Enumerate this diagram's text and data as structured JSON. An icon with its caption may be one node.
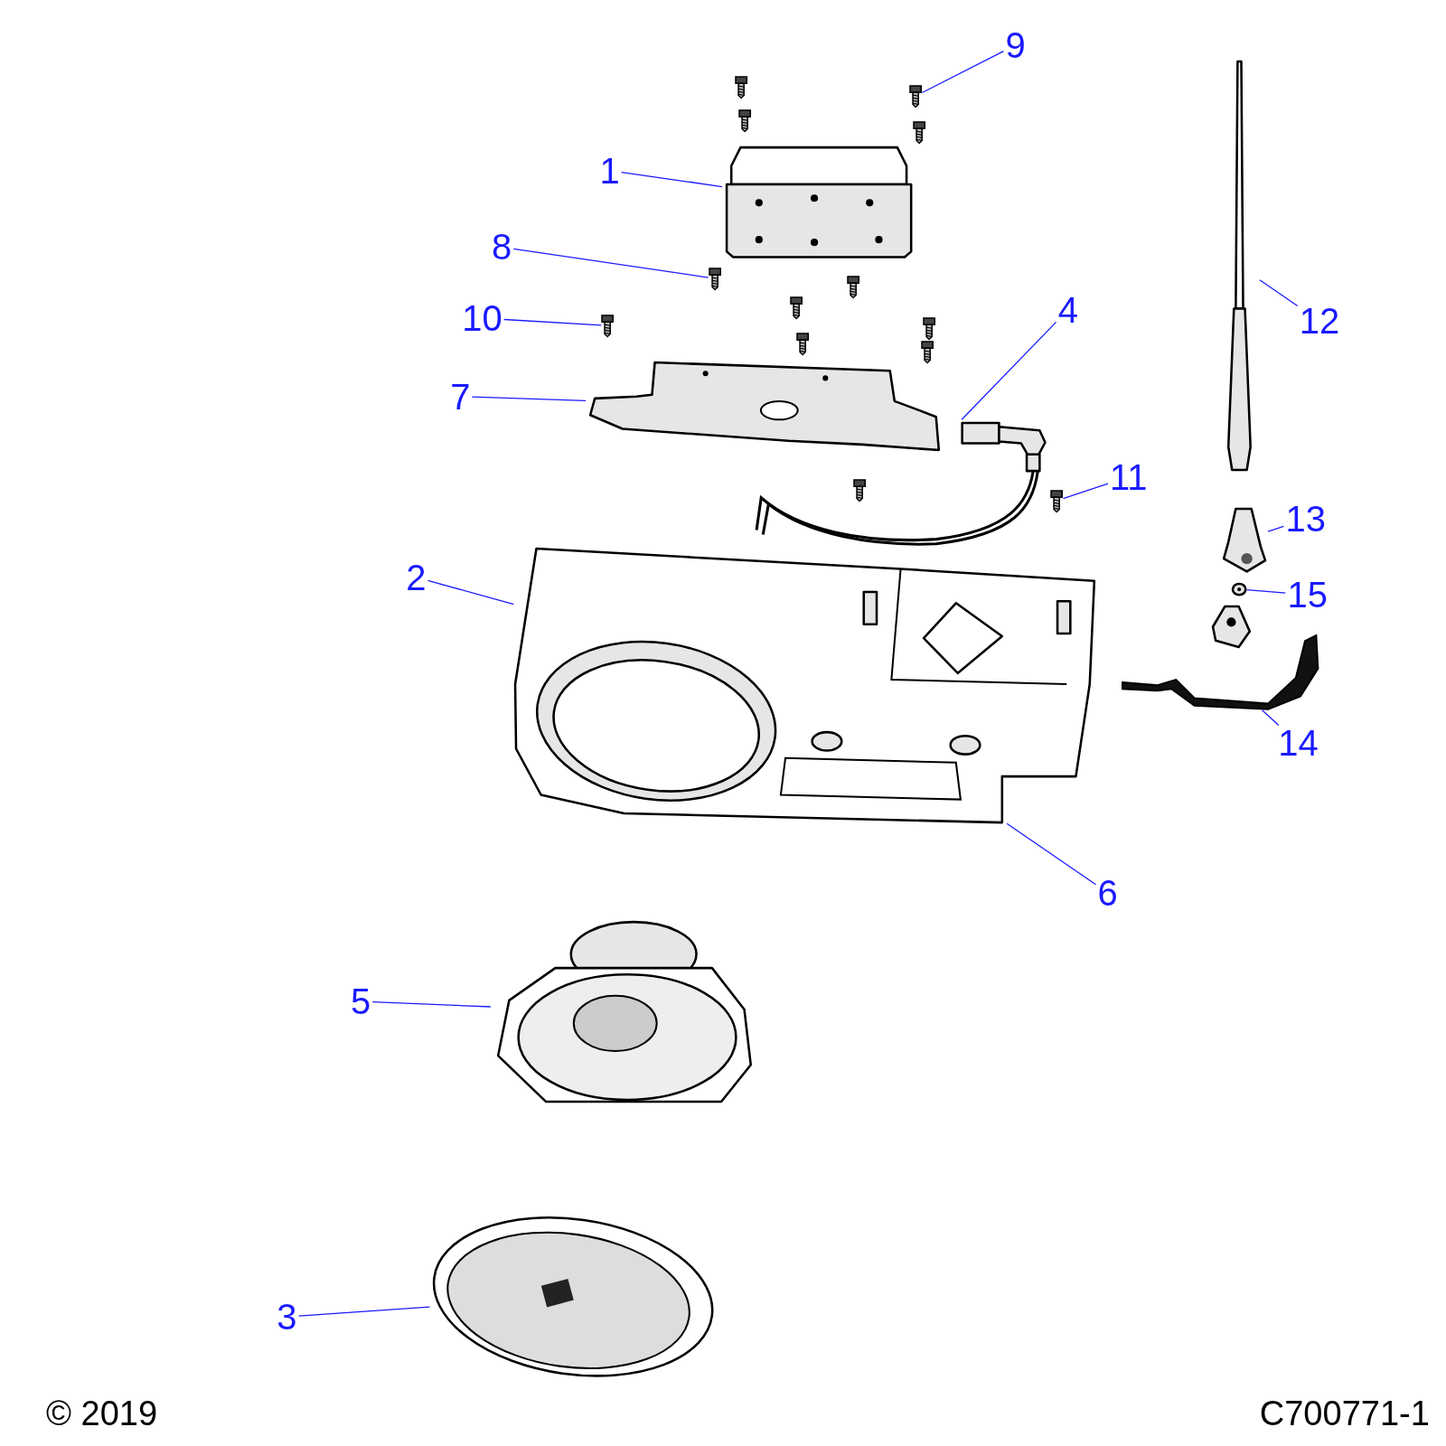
{
  "diagram": {
    "nodes": [
      {
        "text": [
          "1"
        ]
      },
      {
        "text": [
          "2"
        ]
      },
      {
        "text": [
          "3"
        ]
      },
      {
        "text": [
          "4"
        ]
      },
      {
        "text": [
          "5"
        ]
      },
      {
        "text": [
          "6"
        ]
      },
      {
        "text": [
          "7"
        ]
      },
      {
        "text": [
          "8"
        ]
      },
      {
        "text": [
          "9"
        ]
      },
      {
        "text": [
          "10"
        ]
      },
      {
        "text": [
          "11"
        ]
      },
      {
        "text": [
          "12"
        ]
      },
      {
        "text": [
          "13"
        ]
      },
      {
        "text": [
          "14"
        ]
      },
      {
        "text": [
          "15"
        ]
      },
      {
        "text": [],
        "shape": "picture"
      },
      {
        "text": [],
        "shape": "picture"
      },
      {
        "text": [],
        "shape": "picture"
      },
      {
        "text": [],
        "shape": "picture"
      },
      {
        "text": [],
        "shape": "picture"
      },
      {
        "text": [],
        "shape": "picture"
      },
      {
        "text": [],
        "shape": "picture"
      },
      {
        "text": [],
        "shape": "picture"
      },
      {
        "text": [],
        "shape": "picture"
      },
      {
        "text": [],
        "shape": "picture"
      },
      {
        "text": [],
        "shape": "picture"
      },
      {
        "text": [],
        "shape": "picture"
      },
      {
        "text": [],
        "shape": "picture"
      },
      {
        "text": [],
        "shape": "circle"
      }
    ],
    "edges": [
      {
        "from": 0,
        "to": 15,
        "arrow": "none"
      },
      {
        "from": 1,
        "to": 16,
        "arrow": "none"
      },
      {
        "from": 2,
        "to": 17,
        "arrow": "none"
      },
      {
        "from": 3,
        "to": 18,
        "arrow": "none"
      },
      {
        "from": 4,
        "to": 19,
        "arrow": "none"
      },
      {
        "from": 5,
        "to": 16,
        "arrow": "none"
      },
      {
        "from": 6,
        "to": 20,
        "arrow": "none"
      },
      {
        "from": 7,
        "to": 21,
        "arrow": "none"
      },
      {
        "from": 8,
        "to": 22,
        "arrow": "none"
      },
      {
        "from": 9,
        "to": 23,
        "arrow": "none"
      },
      {
        "from": 10,
        "to": 24,
        "arrow": "none"
      },
      {
        "from": 11,
        "to": 25,
        "arrow": "none"
      },
      {
        "from": 12,
        "to": 26,
        "arrow": "none"
      },
      {
        "from": 13,
        "to": 27,
        "arrow": "none"
      },
      {
        "from": 14,
        "to": 28,
        "arrow": "none"
      }
    ],
    "labels": [
      "© 2019",
      "C700771-1"
    ]
  }
}
